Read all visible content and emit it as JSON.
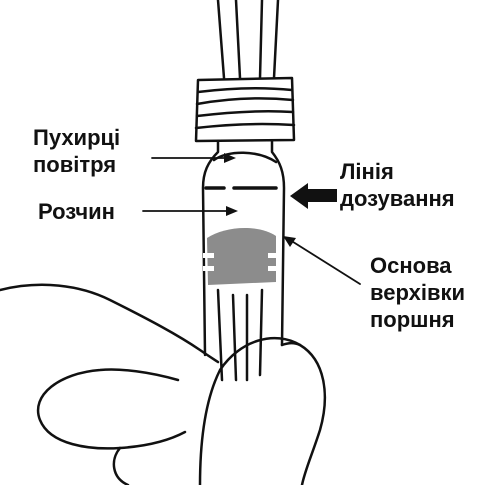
{
  "labels": {
    "air_bubbles": [
      "Пухирці",
      "повітря"
    ],
    "dosing_line": [
      "Лінія",
      "дозування"
    ],
    "solution": [
      "Розчин"
    ],
    "plunger_tip_base": [
      "Основа",
      "верхівки",
      "поршня"
    ]
  },
  "colors": {
    "line": "#111111",
    "plunger_tip": "#8c8c8c",
    "background": "#ffffff"
  }
}
